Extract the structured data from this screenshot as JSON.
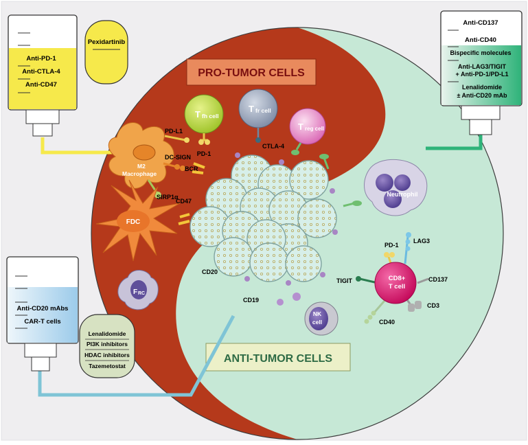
{
  "title_pro": "PRO-TUMOR CELLS",
  "title_anti": "ANTI-TUMOR CELLS",
  "bag_top_left": {
    "labels": [
      "Anti-PD-1",
      "Anti-CTLA-4",
      "Anti-CD47"
    ],
    "fill": "#f6e94b"
  },
  "pill_top_left": {
    "label": "Pexidartinib",
    "fill": "#f6e94b"
  },
  "bag_top_right": {
    "labels": [
      "Anti-CD137",
      "Anti-CD40",
      "Bispecific molecules",
      "Anti-LAG3/TIGIT",
      "+ Anti-PD-1/PD-L1",
      "Lenalidomide",
      "± Anti-CD20 mAb"
    ],
    "fill": "#2fb37a"
  },
  "bag_bottom_left": {
    "labels": [
      "Anti-CD20 mAbs",
      "CAR-T cells"
    ],
    "fill": "#a9d3ee"
  },
  "pill_bottom_left": {
    "labels": [
      "Lenalidomide",
      "PI3K inhibitors",
      "HDAC inhibitors",
      "Tazemetostat"
    ],
    "fill": "#d7e2c2"
  },
  "cells": {
    "tfh_main": "T",
    "tfh_sub": "fh cell",
    "tfr_main": "T",
    "tfr_sub": "fr cell",
    "treg_main": "T",
    "treg_sub": "reg cell",
    "m2": "M2",
    "macrophage": "Macrophage",
    "fdc": "FDC",
    "frc_main": "F",
    "frc_sub": "RC",
    "neutrophil": "Neutrophil",
    "nk1": "NK",
    "nk2": "cell",
    "cd8_1": "CD8+",
    "cd8_2": "T cell"
  },
  "markers": {
    "pdl1": "PD-L1",
    "pd1_top": "PD-1",
    "ctla4": "CTLA-4",
    "dcsign": "DC-SIGN",
    "bcr": "BCR",
    "sirp": "SIRP1α",
    "cd47": "CD47",
    "cd20": "CD20",
    "cd19": "CD19",
    "pd1_cd8": "PD-1",
    "lag3": "LAG3",
    "tigit": "TIGIT",
    "cd137": "CD137",
    "cd3": "CD3",
    "cd40": "CD40"
  },
  "colors": {
    "pro_red": "#b5391b",
    "anti_mint": "#c6e8d6",
    "tumor_teal": "#cfe9e6",
    "title_box_pro": "#e98a5d",
    "title_box_anti": "#ecf0c8",
    "magenta": "#e0156d"
  }
}
